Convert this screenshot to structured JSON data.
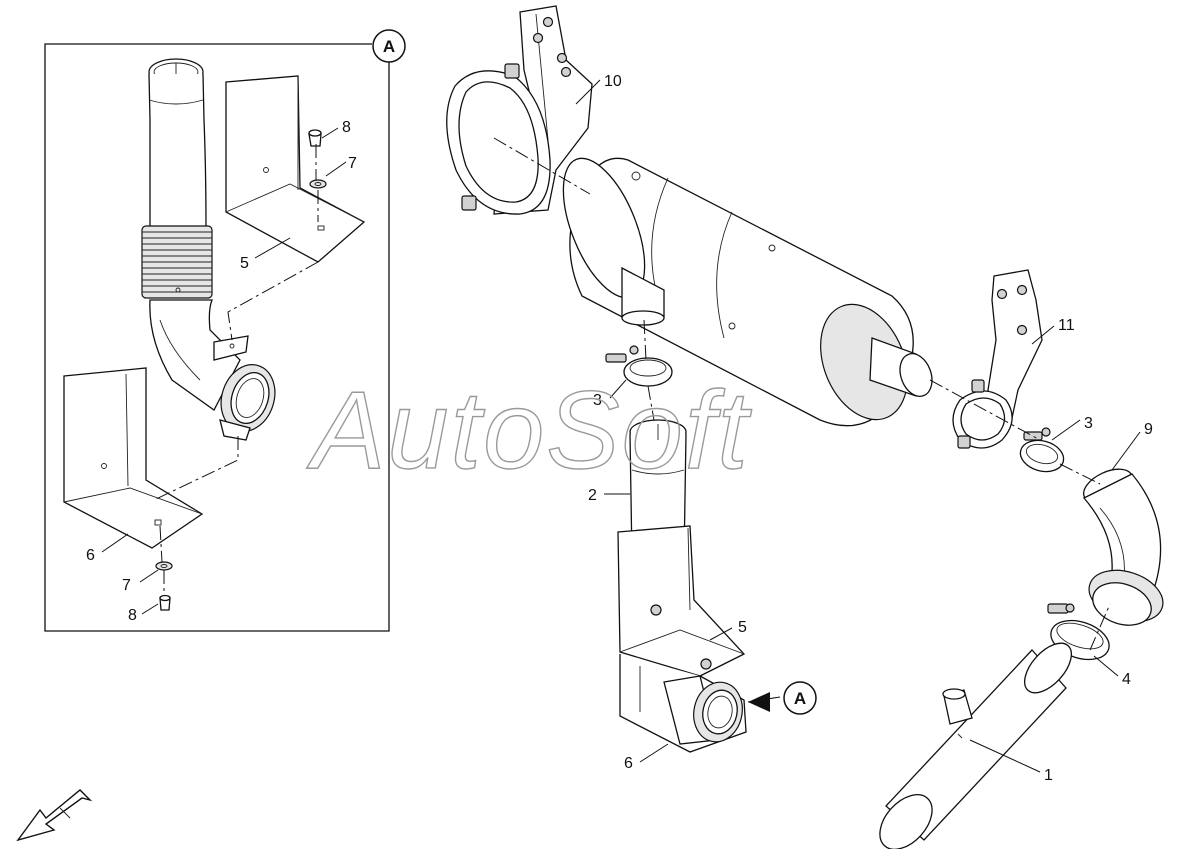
{
  "watermark": "AutoSoft",
  "detail_view": {
    "label": "A"
  },
  "callout_ref": {
    "label": "A"
  },
  "part_labels": {
    "p1": "1",
    "p2": "2",
    "p3_left": "3",
    "p3_right": "3",
    "p4": "4",
    "p5_main": "5",
    "p6_main": "6",
    "p9": "9",
    "p10": "10",
    "p11": "11",
    "d5": "5",
    "d6": "6",
    "d7_top": "7",
    "d8_top": "8",
    "d7_bottom": "7",
    "d8_bottom": "8"
  },
  "icons": {
    "orientation": "direction-arrow-icon"
  }
}
